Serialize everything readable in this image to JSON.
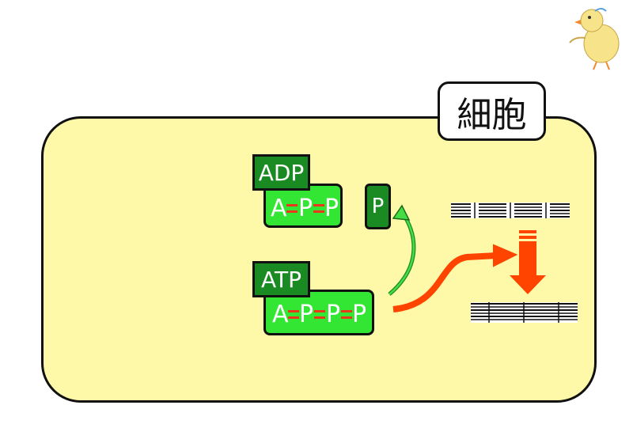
{
  "cell_label": "細胞",
  "adp": {
    "tag": "ADP",
    "parts": [
      "A",
      "P",
      "P"
    ]
  },
  "atp": {
    "tag": "ATP",
    "parts": [
      "A",
      "P",
      "P",
      "P"
    ]
  },
  "phosphate": "P",
  "colors": {
    "cell_fill": "#fdf9a8",
    "tag_green": "#1a8a22",
    "chain_green": "#33e633",
    "bond_red": "#e83a1a",
    "arrow_red": "#ff4400"
  }
}
